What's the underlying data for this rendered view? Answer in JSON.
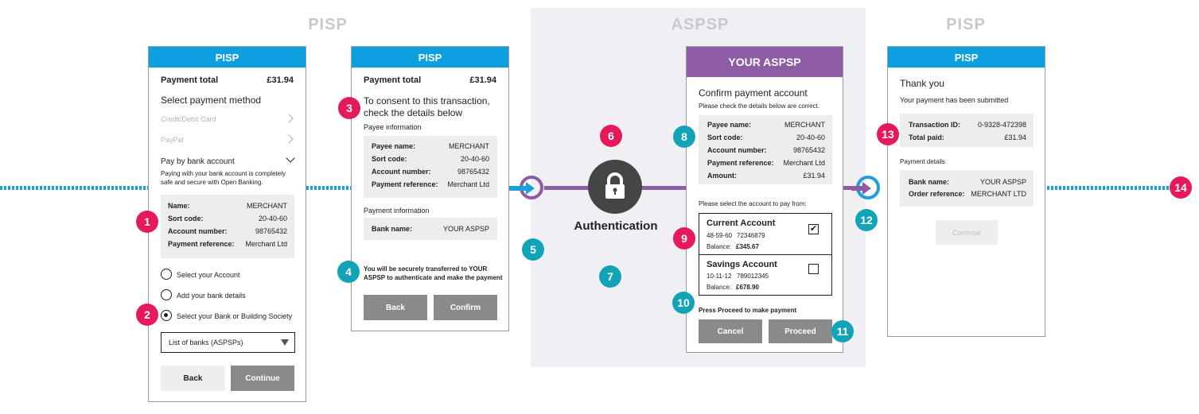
{
  "sections": {
    "left": "PISP",
    "middle": "ASPSP",
    "right": "PISP"
  },
  "colors": {
    "pisp_blue": "#0d9fe0",
    "aspsp_purple": "#8e5ba5",
    "badge_pink": "#e6195a",
    "badge_teal": "#13a3b6"
  },
  "auth_label": "Authentication",
  "lock_icon": "lock-icon",
  "badges": [
    "1",
    "2",
    "3",
    "4",
    "5",
    "6",
    "7",
    "8",
    "9",
    "10",
    "11",
    "12",
    "13",
    "14"
  ],
  "screen1": {
    "header": "PISP",
    "total_label": "Payment total",
    "total_value": "£31.94",
    "title": "Select payment method",
    "method_card": "Credit/Debit Card",
    "method_paypal": "PayPal",
    "method_bank": "Pay by bank account",
    "bank_desc_1": "Paying with your bank account is completely",
    "bank_desc_2": "safe and secure with Open Banking.",
    "details": [
      {
        "k": "Name:",
        "v": "MERCHANT"
      },
      {
        "k": "Sort code:",
        "v": "20-40-60"
      },
      {
        "k": "Account number:",
        "v": "98765432"
      },
      {
        "k": "Payment reference:",
        "v": "Merchant Ltd"
      }
    ],
    "option_account": "Select your Account",
    "option_add": "Add your bank details",
    "option_bank": "Select your Bank or Building Society",
    "select_value": "List of banks (ASPSPs)",
    "back": "Back",
    "continue": "Continue"
  },
  "screen2": {
    "header": "PISP",
    "total_label": "Payment total",
    "total_value": "£31.94",
    "title_1": "To consent to this transaction,",
    "title_2": "check the details below",
    "payee_heading": "Payee information",
    "payee": [
      {
        "k": "Payee name:",
        "v": "MERCHANT"
      },
      {
        "k": "Sort code:",
        "v": "20-40-60"
      },
      {
        "k": "Account number:",
        "v": "98765432"
      },
      {
        "k": "Payment reference:",
        "v": "Merchant Ltd"
      }
    ],
    "payment_heading": "Payment information",
    "bank_k": "Bank name:",
    "bank_v": "YOUR ASPSP",
    "notice_1": "You will be securely transferred to YOUR",
    "notice_2": "ASPSP to authenticate and make the payment",
    "back": "Back",
    "confirm": "Confirm"
  },
  "screen3": {
    "header": "YOUR ASPSP",
    "title": "Confirm payment account",
    "subtitle": "Please check the details below are correct.",
    "details": [
      {
        "k": "Payee name:",
        "v": "MERCHANT"
      },
      {
        "k": "Sort code:",
        "v": "20-40-60"
      },
      {
        "k": "Account number:",
        "v": "98765432"
      },
      {
        "k": "Payment reference:",
        "v": "Merchant Ltd"
      },
      {
        "k": "Amount:",
        "v": "£31.94"
      }
    ],
    "select_prompt": "Please select the account to pay from:",
    "current": {
      "name": "Current Account",
      "sort": "48-59-60",
      "number": "72346879",
      "balance_label": "Balance:",
      "balance": "£345.67",
      "checked": true
    },
    "savings": {
      "name": "Savings Account",
      "sort": "10-11-12",
      "number": "789012345",
      "balance_label": "Balance:",
      "balance": "£678.90",
      "checked": false
    },
    "check_mark": "✔",
    "proceed_prompt": "Press Proceed to make payment",
    "cancel": "Cancel",
    "proceed": "Proceed"
  },
  "screen4": {
    "header": "PISP",
    "title": "Thank you",
    "subtitle": "Your payment has been submitted",
    "txn": [
      {
        "k": "Transaction ID:",
        "v": "0-9328-472398"
      },
      {
        "k": "Total paid:",
        "v": "£31.94"
      }
    ],
    "details_heading": "Payment details",
    "details": [
      {
        "k": "Bank name:",
        "v": "YOUR ASPSP"
      },
      {
        "k": "Order reference:",
        "v": "MERCHANT LTD"
      }
    ],
    "continue": "Continue"
  }
}
